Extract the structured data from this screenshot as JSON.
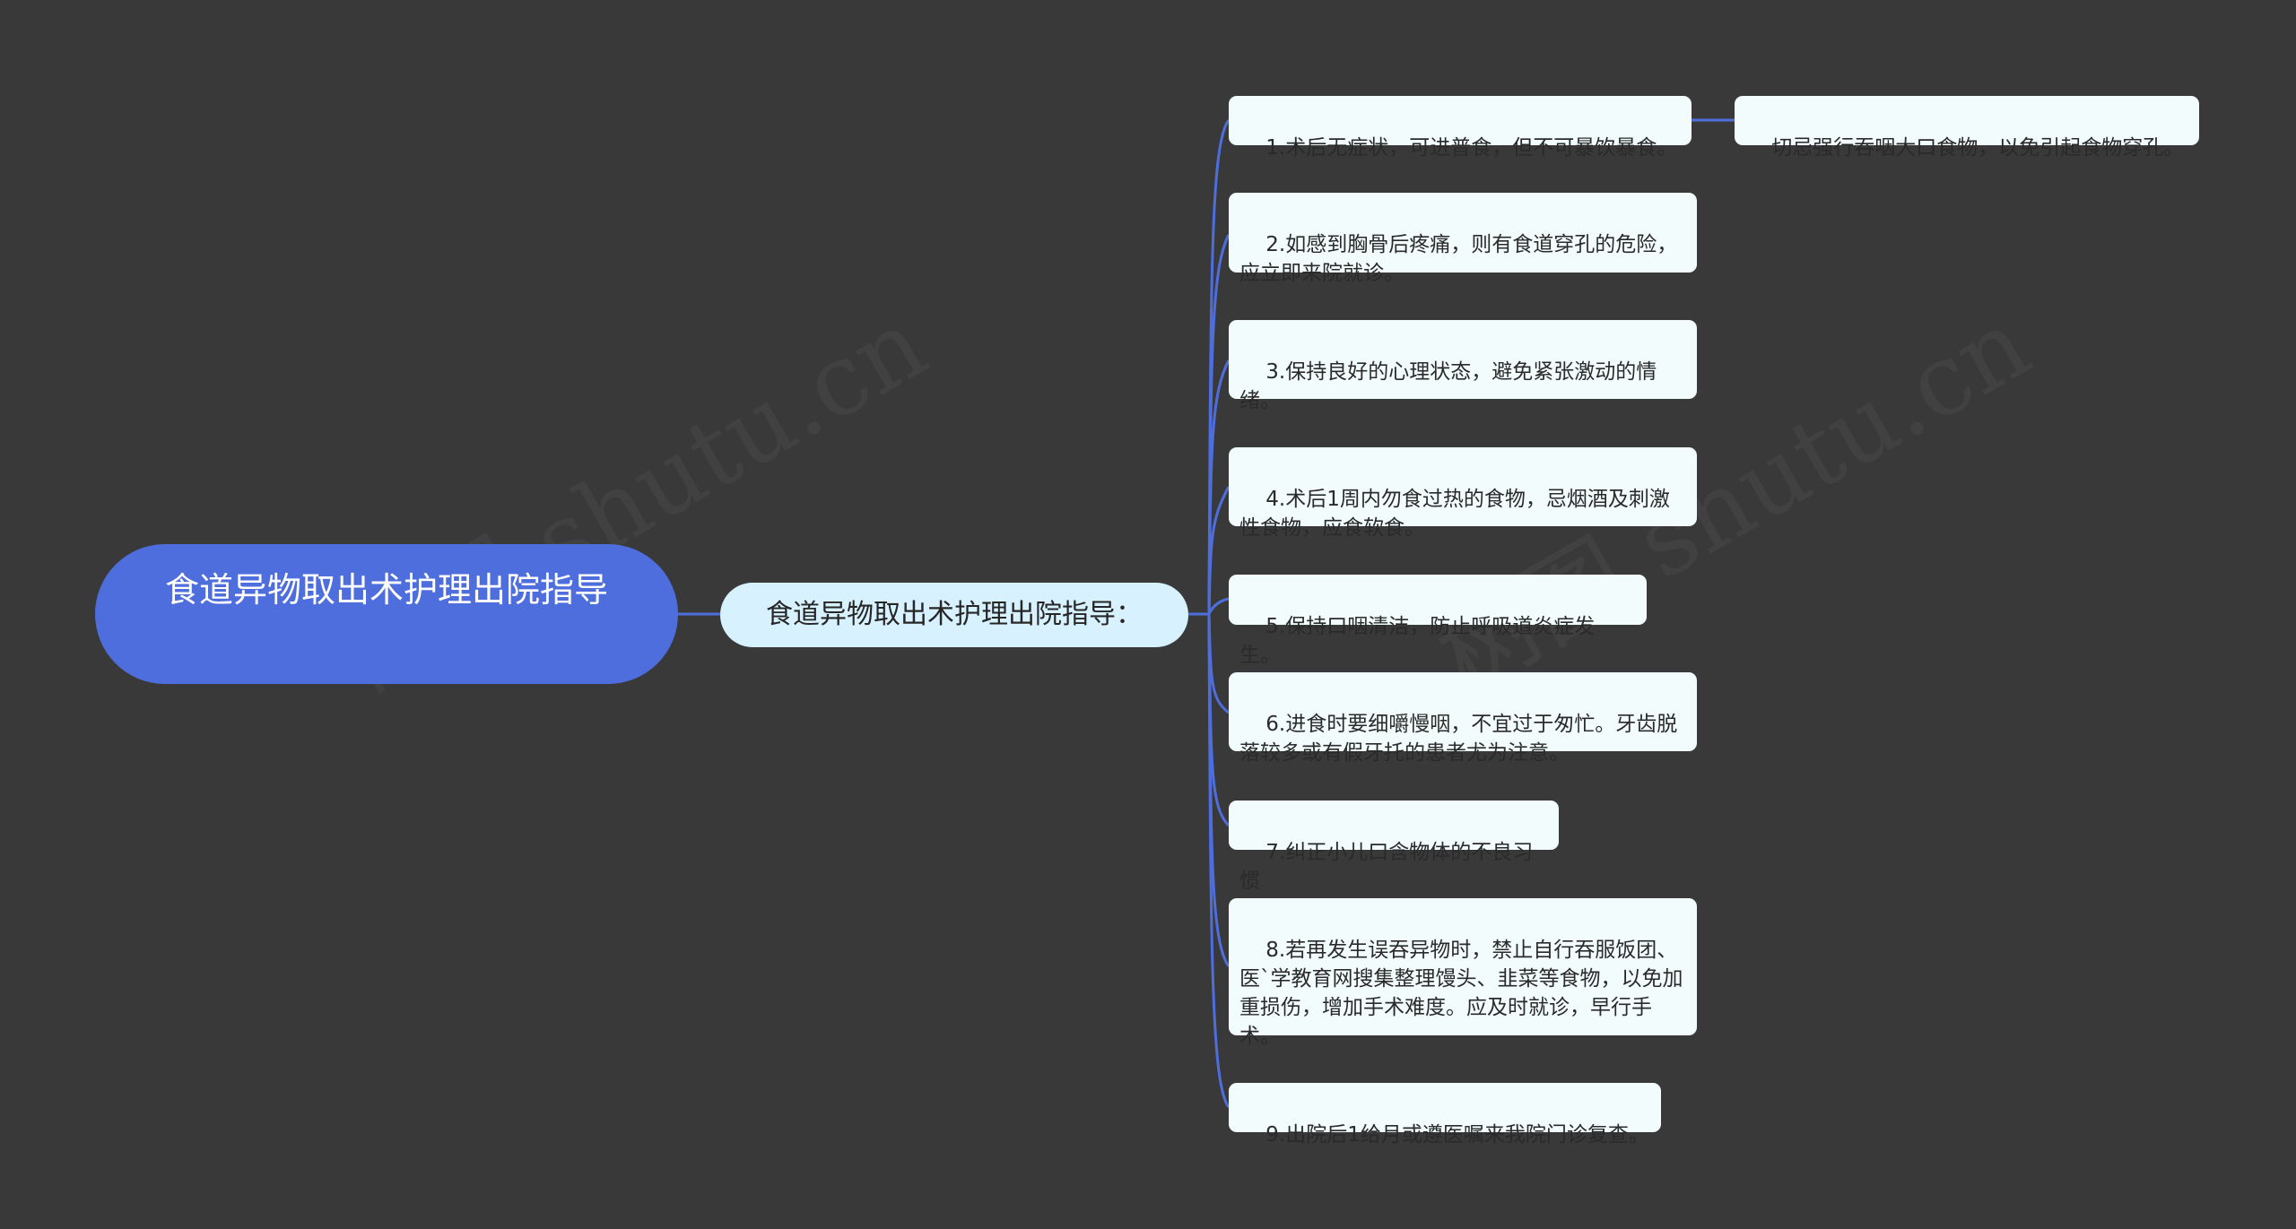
{
  "root": {
    "title": "食道异物取出术护理出院指导"
  },
  "branch": {
    "title": "食道异物取出术护理出院指导："
  },
  "items": [
    {
      "text": "1.术后无症状，可进普食，但不可暴饮暴食。"
    },
    {
      "text": "2.如感到胸骨后疼痛，则有食道穿孔的危险，应立即来院就诊。"
    },
    {
      "text": "3.保持良好的心理状态，避免紧张激动的情绪。"
    },
    {
      "text": "4.术后1周内勿食过热的食物，忌烟酒及刺激性食物，应食软食。"
    },
    {
      "text": "5.保持口咽清洁，防止呼吸道炎症发生。"
    },
    {
      "text": "6.进食时要细嚼慢咽，不宜过于匆忙。牙齿脱落较多或有假牙托的患者尤为注意。"
    },
    {
      "text": "7.纠正小儿口含物体的不良习惯"
    },
    {
      "text": "8.若再发生误吞异物时，禁止自行吞服饭团、医`学教育网搜集整理馒头、韭菜等食物，以免加重损伤，增加手术难度。应及时就诊，早行手术。"
    },
    {
      "text": "9.出院后1给月或遵医嘱来我院门诊复查。"
    }
  ],
  "sub_item": {
    "text": "切忌强行吞咽大口食物，以免引起食物穿孔。"
  },
  "colors": {
    "background": "#3a393a",
    "root": "#4f6ede",
    "branch": "#d7f1ff",
    "leaf": "#f3fcfd",
    "line": "#4f6ede"
  }
}
